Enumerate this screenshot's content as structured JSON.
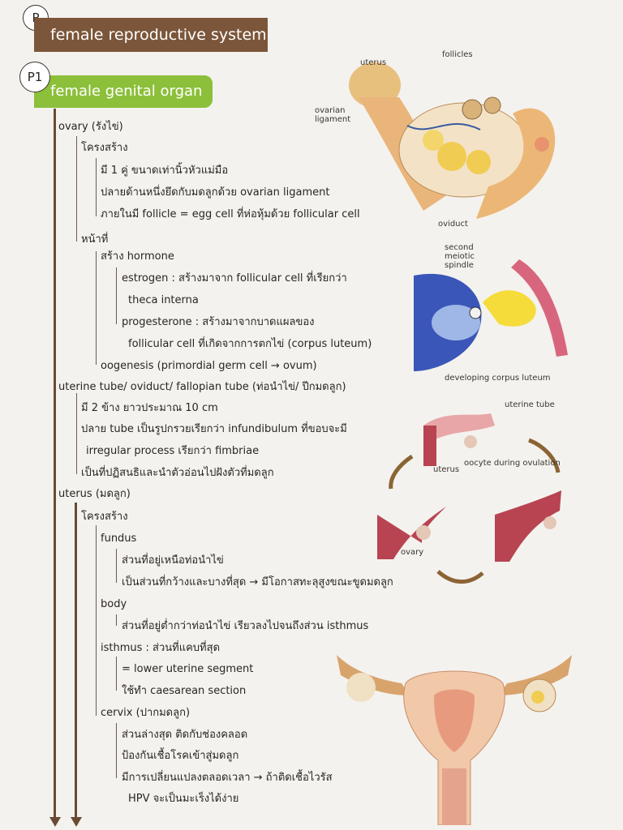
{
  "headers": {
    "p_badge": "P",
    "main_title": "female reproductive system",
    "p1_badge": "P1",
    "section_title": "female genital organ"
  },
  "outline": {
    "ovary": "ovary (รังไข่)",
    "ovary_structure": "โครงสร้าง",
    "ovary_s1": "มี 1 คู่ ขนาดเท่านิ้วหัวแม่มือ",
    "ovary_s2": "ปลายด้านหนึ่งยึดกับมดลูกด้วย ovarian ligament",
    "ovary_s3": "ภายในมี follicle = egg cell ที่ห่อหุ้มด้วย follicular cell",
    "ovary_function": "หน้าที่",
    "hormone": "สร้าง hormone",
    "estrogen_1": "estrogen : สร้างมาจาก follicular cell ที่เรียกว่า",
    "estrogen_2": "theca interna",
    "progesterone_1": "progesterone : สร้างมาจากบาดแผลของ",
    "progesterone_2": "follicular cell ที่เกิดจากการตกไข่ (corpus luteum)",
    "oogenesis": "oogenesis (primordial germ cell → ovum)",
    "tube": "uterine tube/ oviduct/ fallopian tube  (ท่อนำไข่/ ปีกมดลูก)",
    "tube_1": "มี 2 ข้าง ยาวประมาณ 10 cm",
    "tube_2a": "ปลาย tube เป็นรูปกรวยเรียกว่า infundibulum ที่ขอบจะมี",
    "tube_2b": "irregular process เรียกว่า fimbriae",
    "tube_3": "เป็นที่ปฏิสนธิและนำตัวอ่อนไปฝังตัวที่มดลูก",
    "uterus": "uterus (มดลูก)",
    "uterus_structure": "โครงสร้าง",
    "fundus": "fundus",
    "fundus_1": "ส่วนที่อยู่เหนือท่อนำไข่",
    "fundus_2": "เป็นส่วนที่กว้างและบางที่สุด → มีโอกาสทะลุสูงขณะขูดมดลูก",
    "body": "body",
    "body_1": "ส่วนที่อยู่ต่ำกว่าท่อนำไข่ เรียวลงไปจนถึงส่วน isthmus",
    "isthmus": "isthmus : ส่วนที่แคบที่สุด",
    "isthmus_1": "= lower uterine segment",
    "isthmus_2": "ใช้ทำ caesarean section",
    "cervix": "cervix (ปากมดลูก)",
    "cervix_1": "ส่วนล่างสุด ติดกับช่องคลอด",
    "cervix_2": "ป้องกันเชื้อโรคเข้าสู่มดลูก",
    "cervix_3a": "มีการเปลี่ยนแปลงตลอดเวลา → ถ้าติดเชื้อไวรัส",
    "cervix_3b": "HPV จะเป็นมะเร็งได้ง่าย"
  },
  "figures": {
    "fig1": {
      "uterus": "uterus",
      "follicles": "follicles",
      "ovarian_ligament": "ovarian\nligament",
      "oviduct": "oviduct"
    },
    "fig2": {
      "spindle": "second\nmeiotic\nspindle",
      "corpus": "developing corpus luteum"
    },
    "fig3": {
      "uterine_tube": "uterine tube",
      "uterus": "uterus",
      "oocyte": "oocyte during ovulation",
      "ovary": "ovary"
    }
  },
  "colors": {
    "brown": "#7b563a",
    "green": "#8cbf3a"
  }
}
